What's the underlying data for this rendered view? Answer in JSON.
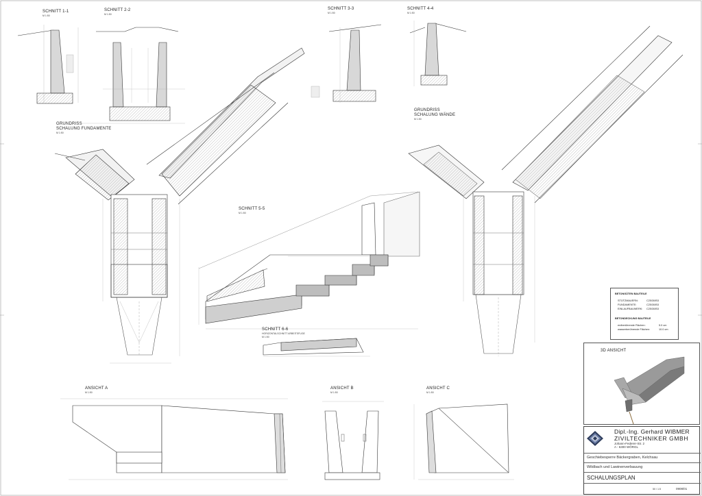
{
  "sections": {
    "schnitt_1_1": "SCHNITT 1-1",
    "schnitt_2_2": "SCHNITT 2-2",
    "schnitt_3_3": "SCHNITT 3-3",
    "schnitt_4_4": "SCHNITT 4-4",
    "schnitt_5_5": "SCHNITT 5-5",
    "schnitt_6_6": "SCHNITT 6-6",
    "schnitt_6_6_sub": "HORIZONTALSCHNITT ARBEITSFUGE",
    "grundriss_fund_1": "GRUNDRISS",
    "grundriss_fund_2": "SCHALUNG FUNDAMENTE",
    "grundriss_wand_1": "GRUNDRISS",
    "grundriss_wand_2": "SCHALUNG WÄNDE",
    "ansicht_a": "ANSICHT A",
    "ansicht_b": "ANSICHT B",
    "ansicht_c": "ANSICHT C",
    "ansicht_3d": "3D ANSICHT",
    "scale": "M 1:50"
  },
  "concrete_table": {
    "title": "BETONGÜTEN BAUTEILE",
    "rows": [
      {
        "label": "STÜTZMAUERN:",
        "value": "C25/30/B3"
      },
      {
        "label": "FUNDAMENTE:",
        "value": "C25/30/B3"
      },
      {
        "label": "EINLAUFBAUWERK:",
        "value": "C25/30/B3"
      }
    ],
    "cover_title": "BETONDECKUNG BAUTEILE",
    "cover_rows": [
      {
        "label": "erdberührende Flächen:",
        "value": "5.0 cm"
      },
      {
        "label": "wasserberührende Flächen:",
        "value": "10.0 cm"
      }
    ]
  },
  "title_block": {
    "company_line1": "Dipl.-Ing. Gerhard WIBMER",
    "company_line2": "ZIVILTECHNIKER GMBH",
    "address_1": "Johann-Federer-Str. 2",
    "address_2": "A - 6300 WÖRGL",
    "project": "Geschiebesperre Bäckergraben, Kelchsau",
    "client": "Wildbach und Lawinenverbauung",
    "plan_title": "SCHALUNGSPLAN",
    "plan_number": "0908/01",
    "sheet_scale": "50 / 1:5"
  }
}
